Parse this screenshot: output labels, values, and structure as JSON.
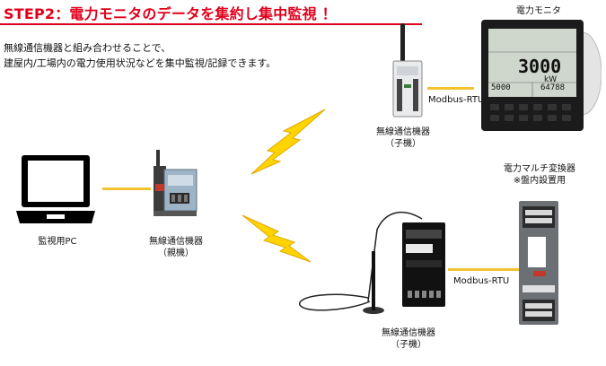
{
  "title": "STEP2：電力モニタのデータを集約し集中監視 ！",
  "description": [
    "無線通信機器と組み合わせることで、",
    "建屋内/工場内の電力使用状況などを集中監視/記録できます。"
  ],
  "nodes": {
    "pc": {
      "label": "監視用PC"
    },
    "parent": {
      "label": "無線通信機器",
      "sub": "（親機）"
    },
    "child_top": {
      "label": "無線通信機器",
      "sub": "（子機）"
    },
    "child_bottom": {
      "label": "無線通信機器",
      "sub": "（子機）"
    },
    "power_monitor": {
      "label": "電力モニタ",
      "reading_main": "3000",
      "reading_unit": "kW",
      "reading_small_1": "5000",
      "reading_small_2": "64788"
    },
    "transducer": {
      "label": "電力マルチ変換器",
      "note": "※盤内設置用"
    }
  },
  "links": {
    "top": "Modbus-RTU",
    "bottom": "Modbus-RTU"
  },
  "colors": {
    "title": "#e0001b",
    "link": "#f2c230",
    "lightning": "#ffd400"
  }
}
